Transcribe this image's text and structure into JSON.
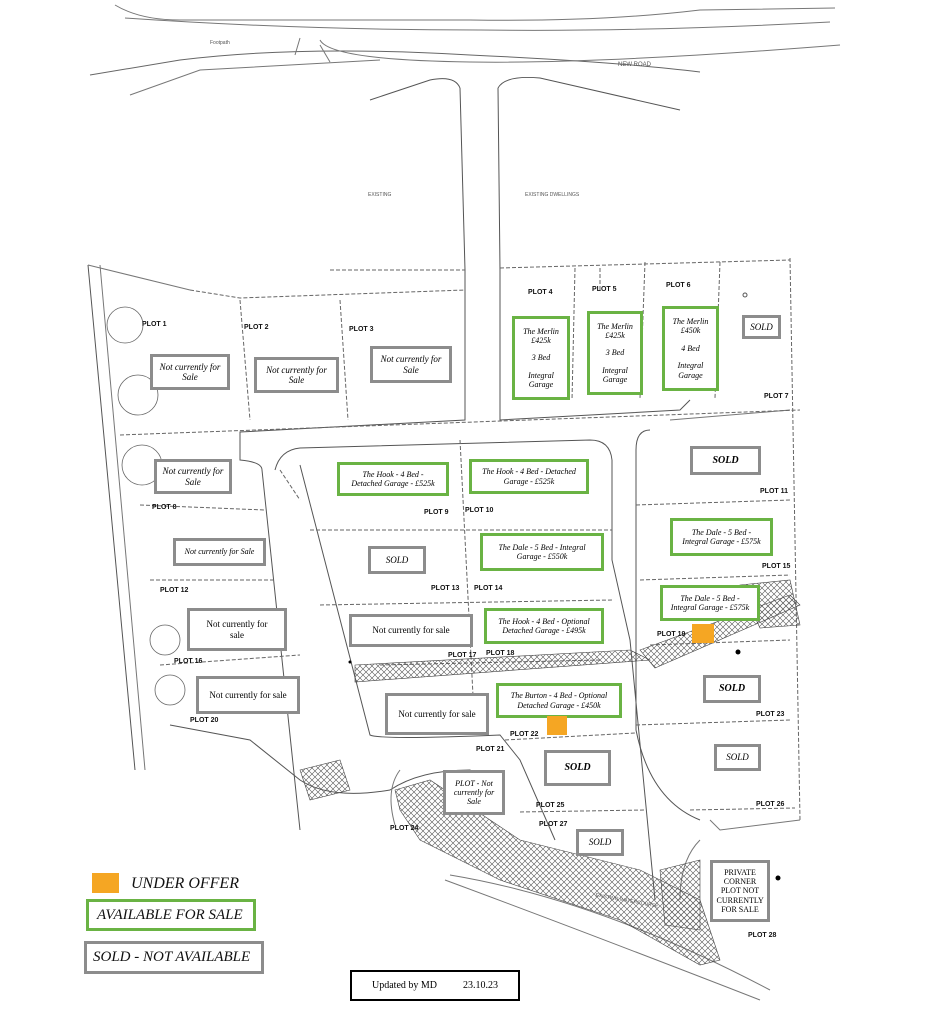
{
  "map": {
    "road_labels": {
      "new_road": "NEW ROAD",
      "footpath": "Footpath",
      "existing": "EXISTING",
      "existing_dwellings": "EXISTING DWELLINGS",
      "existing_watercourse": "EXISTING WATERCOURSE"
    },
    "plot_labels": {
      "p1": "PLOT 1",
      "p2": "PLOT 2",
      "p3": "PLOT 3",
      "p4": "PLOT 4",
      "p5": "PLOT 5",
      "p6": "PLOT 6",
      "p7": "PLOT 7",
      "p8": "PLOT 8",
      "p9": "PLOT 9",
      "p10": "PLOT 10",
      "p11": "PLOT 11",
      "p12": "PLOT 12",
      "p13": "PLOT 13",
      "p14": "PLOT 14",
      "p15": "PLOT 15",
      "p16": "PLOT 16",
      "p17": "PLOT 17",
      "p18": "PLOT 18",
      "p19": "PLOT 19",
      "p20": "PLOT 20",
      "p21": "PLOT 21",
      "p22": "PLOT 22",
      "p23": "PLOT 23",
      "p24": "PLOT 24",
      "p25": "PLOT 25",
      "p26": "PLOT 26",
      "p27": "PLOT 27",
      "p28": "PLOT 28"
    },
    "plots": {
      "p1": "Not currently for Sale",
      "p2": "Not currently for Sale",
      "p3": "Not currently for Sale",
      "p4": {
        "line1": "The Merlin",
        "line2": "£425k",
        "line3": "3 Bed",
        "line4": "Integral Garage"
      },
      "p5": {
        "line1": "The Merlin",
        "line2": "£425k",
        "line3": "3 Bed",
        "line4": "Integral Garage"
      },
      "p6": {
        "line1": "The Merlin",
        "line2": "£450k",
        "line3": "4 Bed",
        "line4": "Integral Garage"
      },
      "p7": "SOLD",
      "p8": "Not currently for Sale",
      "p9": "The Hook - 4 Bed - Detached Garage - £525k",
      "p10": "The Hook - 4 Bed - Detached Garage - £525k",
      "p11": "SOLD",
      "p12": "Not currently for Sale",
      "p13": "SOLD",
      "p14": "The Dale - 5 Bed - Integral Garage - £550k",
      "p15": "The Dale - 5 Bed - Integral Garage - £575k",
      "p16": "Not currently for sale",
      "p17": "Not currently for sale",
      "p18": "The Hook - 4 Bed - Optional Detached Garage - £495k",
      "p19": "The Dale - 5 Bed - Integral Garage - £575k",
      "p20": "Not currently for sale",
      "p21": "Not currently for sale",
      "p22": "The Burton - 4 Bed - Optional Detached Garage - £450k",
      "p23": "SOLD",
      "p24": "PLOT - Not currently for Sale",
      "p25": "SOLD",
      "p26": "SOLD",
      "p27": "SOLD",
      "p28": "PRIVATE CORNER PLOT NOT CURRENTLY FOR SALE"
    },
    "under_offer_plots": [
      "PLOT 19",
      "PLOT 22"
    ]
  },
  "legend": {
    "under_offer": "UNDER OFFER",
    "available": "AVAILABLE FOR SALE",
    "sold": "SOLD - NOT AVAILABLE"
  },
  "updated": {
    "label": "Updated by MD",
    "date": "23.10.23"
  },
  "colors": {
    "available_border": "#6ab344",
    "sold_border": "#8c8c8c",
    "under_offer": "#f5a623"
  },
  "icons": {
    "under_offer_marker": "orange-square",
    "hatch": "watercourse-crosshatch"
  }
}
